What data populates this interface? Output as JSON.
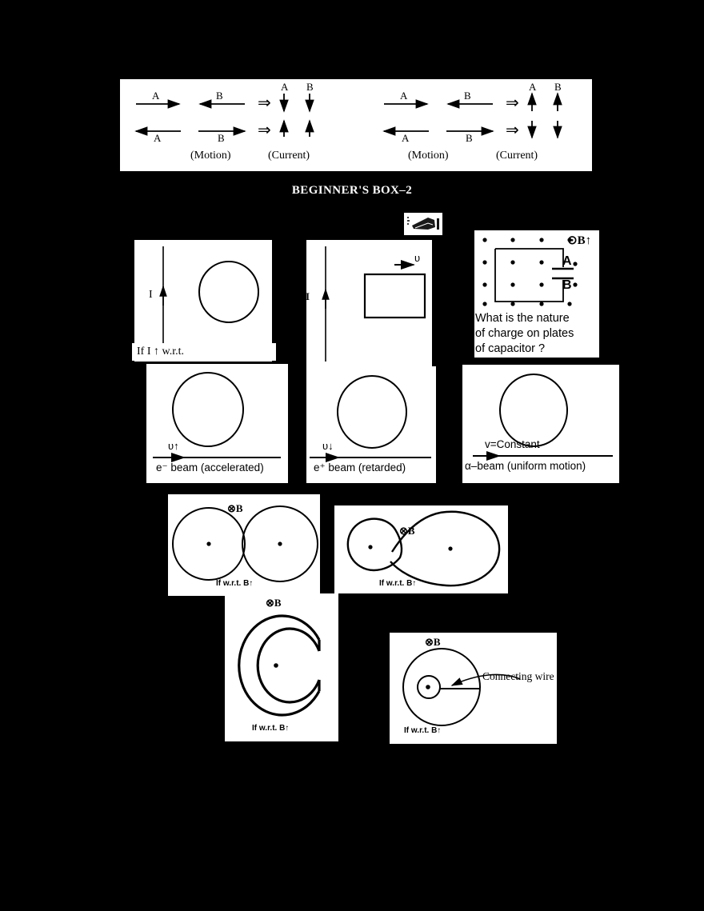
{
  "heading": "BEGINNER'S BOX–2",
  "top_table": {
    "rows": [
      {
        "left_label": "A",
        "left_dir": "right",
        "right_label": "B",
        "right_dir": "left",
        "implies": "⇒",
        "out_a": "A",
        "out_a_dir": "down",
        "out_b": "B",
        "out_b_dir": "down"
      },
      {
        "left_label": "A",
        "left_dir": "left",
        "right_label": "B",
        "right_dir": "right",
        "implies": "⇒",
        "out_a": "",
        "out_a_dir": "up",
        "out_b": "",
        "out_b_dir": "up"
      }
    ],
    "caption_motion": "(Motion)",
    "caption_current": "(Current)",
    "rows2": [
      {
        "left_label": "A",
        "left_dir": "right",
        "right_label": "B",
        "right_dir": "left",
        "implies": "⇒",
        "out_a": "A",
        "out_a_dir": "up",
        "out_b": "B",
        "out_b_dir": "up"
      },
      {
        "left_label": "A",
        "left_dir": "left",
        "right_label": "B",
        "right_dir": "right",
        "implies": "⇒",
        "out_a": "",
        "out_a_dir": "down",
        "out_b": "",
        "out_b_dir": "down"
      }
    ],
    "caption_motion2": "(Motion)",
    "caption_current2": "(Current)"
  },
  "panels": {
    "p1": {
      "current_label": "I",
      "question": "If I ↑ w.r.t.",
      "velocity_label": "υ↑",
      "caption": "e⁻ beam (accelerated)"
    },
    "p2": {
      "current_label": "I",
      "velocity_label": "υ",
      "velocity_label2": "υ↓",
      "caption": "e⁺ beam (retarded)"
    },
    "p3": {
      "field_label": "⊙B↑",
      "plate_a": "A",
      "plate_b": "B",
      "question_line1": "What is the nature",
      "question_line2": "of charge on plates",
      "question_line3": "of capacitor ?",
      "velocity_label": "v=Constant",
      "caption": "α–beam (uniform motion)"
    },
    "p4": {
      "field_label": "⊗B",
      "caption": "If w.r.t. B↑"
    },
    "p5": {
      "field_label": "⊗B",
      "caption": "If w.r.t. B↑"
    },
    "p6": {
      "field_label": "⊗B",
      "caption": "If w.r.t. B↑"
    },
    "p7": {
      "field_label": "⊗B",
      "caption": "If w.r.t. B↑",
      "wire_label": "Connecting wire"
    }
  },
  "colors": {
    "ink": "#000000",
    "paper": "#ffffff",
    "background": "#000000"
  }
}
